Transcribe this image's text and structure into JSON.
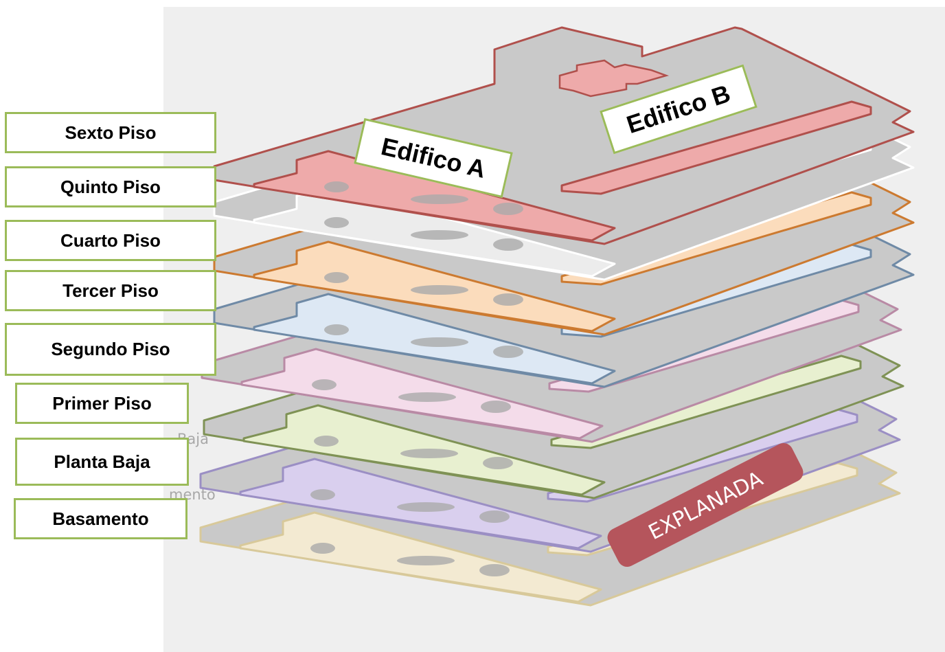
{
  "floors": [
    {
      "label": "Sexto Piso",
      "color": "#b0504c",
      "fill": "#eeaaaa"
    },
    {
      "label": "Quinto Piso",
      "color": "#ffffff",
      "fill": "#ececec"
    },
    {
      "label": "Cuarto Piso",
      "color": "#cc7a30",
      "fill": "#fbdcbc"
    },
    {
      "label": "Tercer Piso",
      "color": "#6f8aa6",
      "fill": "#dde8f4"
    },
    {
      "label": "Segundo Piso",
      "color": "#b98aa5",
      "fill": "#f4dcea"
    },
    {
      "label": "Primer Piso",
      "color": "#7f9255",
      "fill": "#e8f0d0"
    },
    {
      "label": "Planta Baja",
      "color": "#9b8fc4",
      "fill": "#d9cfee"
    },
    {
      "label": "Basamento",
      "color": "#d8c99a",
      "fill": "#f3ead2"
    }
  ],
  "buildings": {
    "a": "Edifico A",
    "b": "Edifico B"
  },
  "explanada": {
    "label": "EXPLANADA",
    "color": "#b5555c"
  },
  "ghost_labels": {
    "baja": "Baja",
    "mento": "mento"
  },
  "colors": {
    "panel": "#efefef",
    "label_border": "#9bbb59",
    "slab": "#c9c9c9"
  }
}
